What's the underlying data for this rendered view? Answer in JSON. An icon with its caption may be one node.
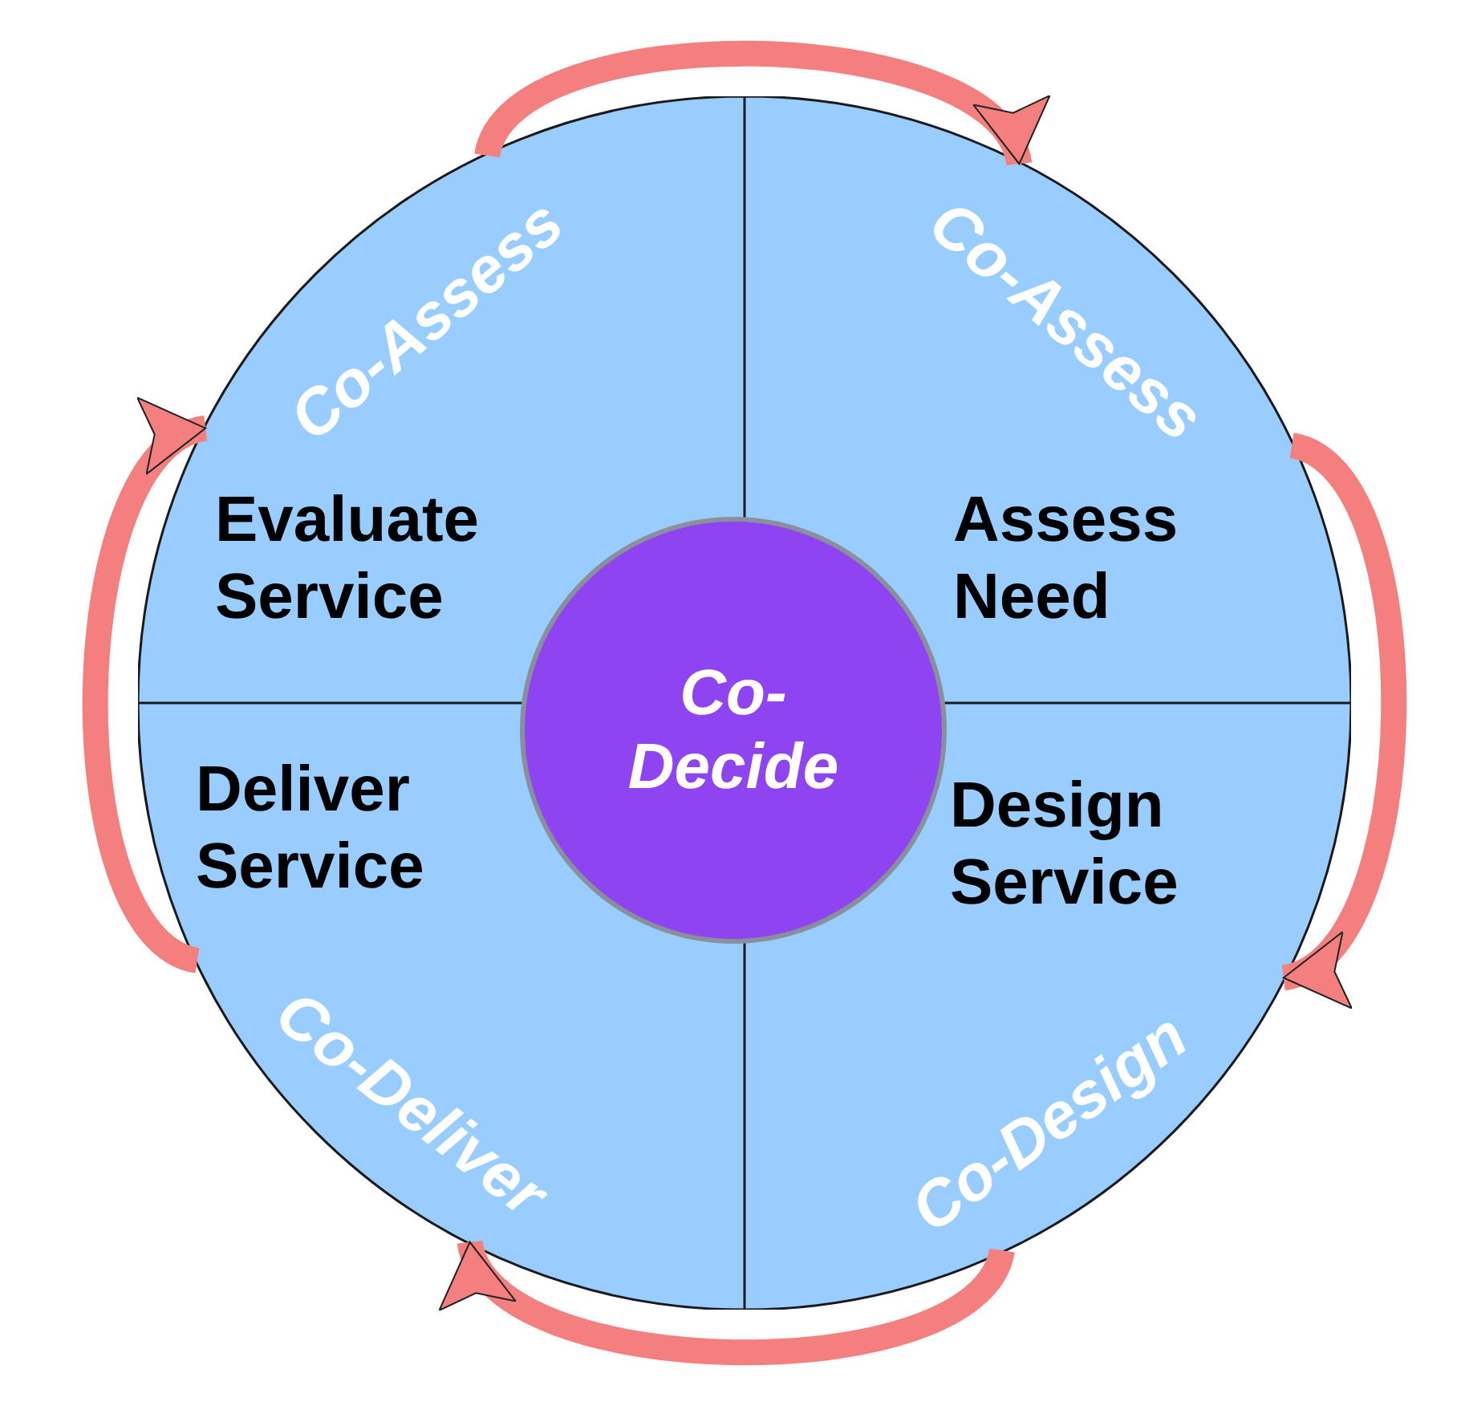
{
  "diagram": {
    "nodes": [
      {
        "text": [
          "Evaluate Service",
          "Co-Assess"
        ]
      },
      {
        "text": [
          "Assess Need",
          "Co-Assess"
        ]
      },
      {
        "text": [
          "Co- Decide"
        ]
      },
      {
        "text": [
          "Deliver Service",
          "Co-Deliver"
        ]
      },
      {
        "text": [
          "Design Service",
          "Co-Design"
        ]
      }
    ],
    "edges": [
      {
        "from": 0,
        "to": 1,
        "arrow": "to"
      },
      {
        "from": 1,
        "to": 4,
        "arrow": "to"
      },
      {
        "from": 4,
        "to": 3,
        "arrow": "to"
      },
      {
        "from": 3,
        "to": 0,
        "arrow": "to"
      }
    ]
  }
}
